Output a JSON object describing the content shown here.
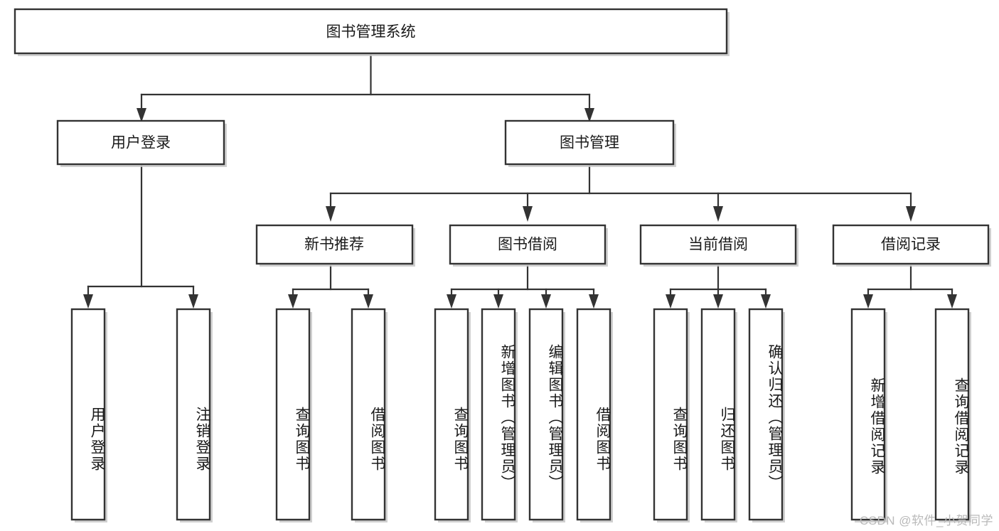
{
  "diagram": {
    "title": "图书管理系统",
    "type": "tree",
    "watermark": "CSDN @软件_小贺同学",
    "colors": {
      "box_fill": "#ffffff",
      "box_stroke": "#333333",
      "shadow": "#c8c8c8",
      "text": "#1a1a1a",
      "watermark": "#b9b9b9",
      "background": "#ffffff"
    },
    "levels": {
      "root": {
        "label": "图书管理系统"
      },
      "level2": [
        {
          "label": "用户登录"
        },
        {
          "label": "图书管理"
        }
      ],
      "level3": [
        {
          "label": "新书推荐"
        },
        {
          "label": "图书借阅"
        },
        {
          "label": "当前借阅"
        },
        {
          "label": "借阅记录"
        }
      ],
      "leaves": {
        "user_login": [
          {
            "label": "用户登录"
          },
          {
            "label": "注销登录"
          }
        ],
        "new_book": [
          {
            "label": "查询图书"
          },
          {
            "label": "借阅图书"
          }
        ],
        "book_borrow": [
          {
            "label": "查询图书"
          },
          {
            "label": "新增图书（管理员）"
          },
          {
            "label": "编辑图书（管理员）"
          },
          {
            "label": "借阅图书"
          }
        ],
        "current_borrow": [
          {
            "label": "查询图书"
          },
          {
            "label": "归还图书"
          },
          {
            "label": "确认归还（管理员）"
          }
        ],
        "borrow_record": [
          {
            "label": "新增借阅记录"
          },
          {
            "label": "查询借阅记录"
          }
        ]
      }
    }
  }
}
